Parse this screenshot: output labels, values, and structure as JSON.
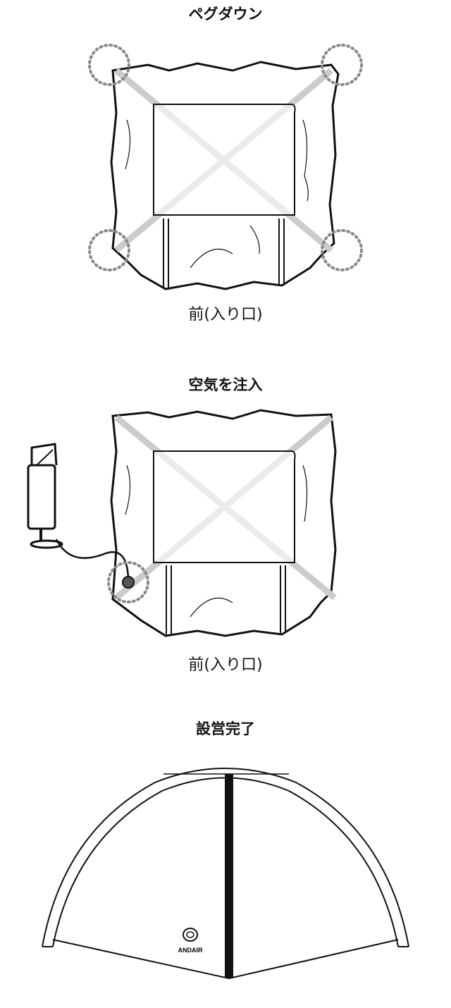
{
  "steps": [
    {
      "title": "ペグダウン",
      "caption": "前(入り口)"
    },
    {
      "title": "空気を注入",
      "caption": "前(入り口)"
    },
    {
      "title": "設営完了"
    }
  ],
  "logo": {
    "text": "ANDAIR"
  }
}
